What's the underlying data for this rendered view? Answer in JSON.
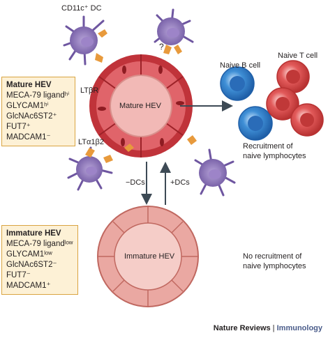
{
  "labels": {
    "dc": "CD11c⁺ DC",
    "question": "?",
    "ltbr": "LTβR",
    "lta1b2": "LTα1β2",
    "mature_hev": "Mature HEV",
    "immature_hev": "Immature HEV",
    "naive_b": "Naive B cell",
    "naive_t": "Naive T cell",
    "recruit1": "Recruitment of",
    "recruit2": "naive lymphocytes",
    "norecruit1": "No recruitment of",
    "norecruit2": "naive lymphocytes",
    "minus_dcs": "−DCs",
    "plus_dcs": "+DCs"
  },
  "mature_box": {
    "title": "Mature HEV",
    "lines": [
      "MECA-79 ligandʰⁱ",
      "GLYCAM1ʰⁱ",
      "GlcNAc6ST2⁺",
      "FUT7⁺",
      "MADCAM1⁻"
    ]
  },
  "immature_box": {
    "title": "Immature HEV",
    "lines": [
      "MECA-79 ligandˡᵒʷ",
      "GLYCAM1ˡᵒʷ",
      "GlcNAc6ST2⁻",
      "FUT7⁻",
      "MADCAM1⁺"
    ]
  },
  "footer": {
    "journal": "Nature Reviews",
    "sep": " | ",
    "section": "Immunology"
  },
  "colors": {
    "hev_outer": "#c0333a",
    "hev_mid": "#e0646a",
    "hev_inner": "#f2b9b6",
    "immature": "#eaa8a2",
    "dc": "#8e74b8",
    "receptor": "#e89a3c",
    "bcell": "#3f8fd6",
    "tcell": "#e25a5a"
  }
}
